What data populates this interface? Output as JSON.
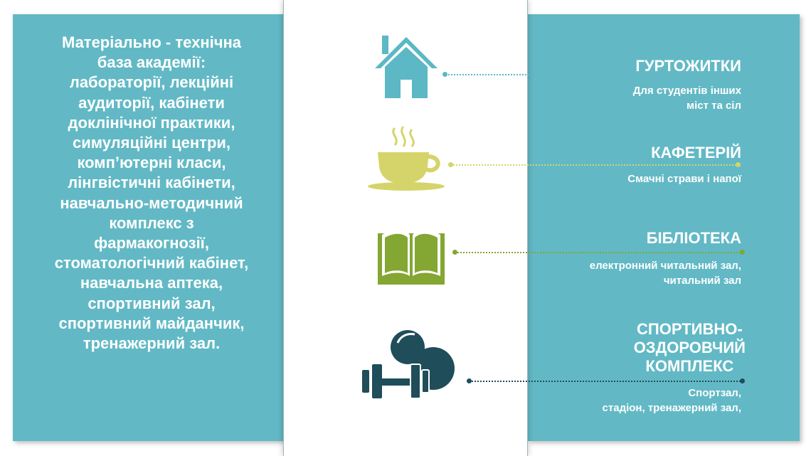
{
  "left_panel": {
    "text": "Матеріально - технічна\nбаза академії:\nлабораторії, лекційні\nаудиторії, кабінети\nдоклінічної практики,\nсимуляційні центри,\nкомп’ютерні класи,\nлінгвістичні кабінети,\nнавчально-методичний\nкомплекс з\nфармакогнозії,\nстоматологічний кабінет,\nнавчальна аптека,\nспортивний зал,\nспортивний майданчик,\nтренажерний зал."
  },
  "items": [
    {
      "icon": "house-icon",
      "title": "ГУРТОЖИТКИ",
      "subtitle": "Для студентів  інших\nміст та сіл",
      "color": "#5bb8c4"
    },
    {
      "icon": "coffee-cup-icon",
      "title": "КАФЕТЕРІЙ",
      "subtitle": "Смачні страви і напої",
      "color": "#d5d46a"
    },
    {
      "icon": "book-icon",
      "title": "БІБЛІОТЕКА",
      "subtitle": "електронний читальний зал,\nчитальний зал",
      "color": "#84a632"
    },
    {
      "icon": "dumbbell-icon",
      "title": "СПОРТИВНО-\nОЗДОРОВЧИЙ\nКОМПЛЕКС",
      "subtitle": "Спортзал,\nстадіон, тренажерний зал,",
      "color": "#1f4d5a"
    }
  ],
  "colors": {
    "panel": "#62b9c5",
    "house": "#5bb8c4",
    "cup": "#d5d46a",
    "book": "#84a632",
    "dumbbell": "#1f4d5a"
  }
}
